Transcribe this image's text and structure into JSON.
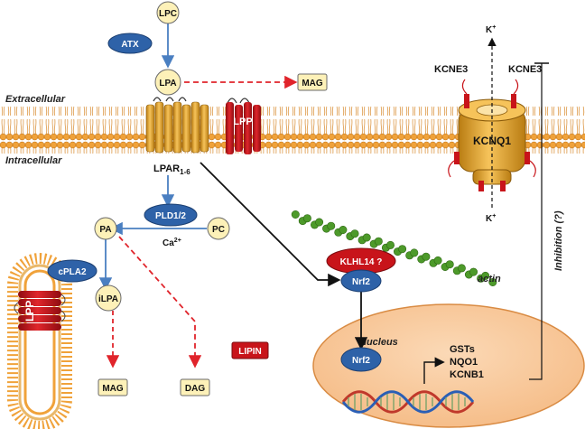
{
  "compartments": {
    "extracellular": "Extracellular",
    "intracellular": "Intracellular",
    "nucleus": "Nucleus"
  },
  "molecules": {
    "lpc": "LPC",
    "atx": "ATX",
    "lpa": "LPA",
    "mag_top": "MAG",
    "lpp_membrane": "LPP",
    "lpar": "LPAR",
    "lpar_sub": "1-6",
    "pld": "PLD1/2",
    "pc": "PC",
    "ca": "Ca",
    "ca_sup": "2+",
    "pa": "PA",
    "cpla2": "cPLA2",
    "ilpa": "iLPA",
    "mag_bottom": "MAG",
    "lpp_vesicle": "LPP",
    "lipin": "LIPIN",
    "dag": "DAG",
    "klhl14": "KLHL14 ?",
    "nrf2_cyto": "Nrf2",
    "actin": "actin",
    "nrf2_nuc": "Nrf2",
    "kcne3_left": "KCNE3",
    "kcne3_right": "KCNE3",
    "kcnq1": "KCNQ1",
    "k_top": "K",
    "k_top_sup": "+",
    "k_bottom": "K",
    "k_bottom_sup": "+",
    "inhibition": "Inhibition (?)"
  },
  "targets": [
    "GSTs",
    "NQO1",
    "KCNB1"
  ],
  "colors": {
    "membrane_head": "#f0a23a",
    "membrane_tail": "#e9b86a",
    "lpar_gold": "#e2a52b",
    "lpp_red": "#c8141a",
    "blue_oval": "#2e62a8",
    "cream_oval": "#fdf1b8",
    "nucleus_fill": "#f7c79a",
    "nucleus_stroke": "#d98b43",
    "actin_green": "#4d9a2a",
    "arrow_blue": "#4a7fc1",
    "arrow_red": "#e0242b"
  }
}
